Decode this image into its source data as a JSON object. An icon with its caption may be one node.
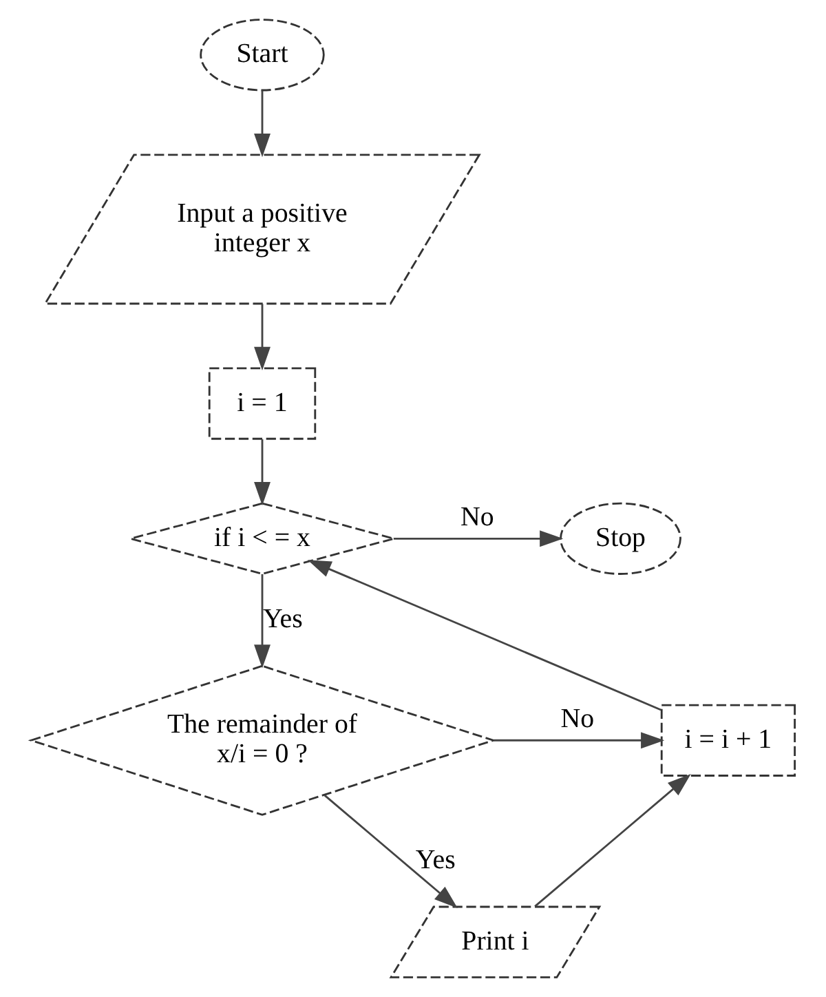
{
  "diagram": {
    "nodes": [
      {
        "text": [
          "Start"
        ]
      },
      {
        "text": [
          "Input a positive integer x"
        ]
      },
      {
        "text": [
          "i = 1"
        ]
      },
      {
        "text": [
          "if i < = x"
        ]
      },
      {
        "text": [
          "Stop"
        ]
      },
      {
        "text": [
          "The remainder of x/i = 0 ?"
        ]
      },
      {
        "text": [
          "i = i + 1"
        ]
      },
      {
        "text": [
          "Print i"
        ]
      }
    ],
    "edges": [
      {
        "from": 0,
        "to": 1,
        "arrow": "to"
      },
      {
        "from": 1,
        "to": 2,
        "arrow": "to"
      },
      {
        "from": 2,
        "to": 3,
        "arrow": "to"
      },
      {
        "from": 3,
        "to": 4,
        "arrow": "to",
        "label": "No"
      },
      {
        "from": 3,
        "to": 5,
        "arrow": "to",
        "label": "Yes"
      },
      {
        "from": 5,
        "to": 6,
        "arrow": "to",
        "label": "No"
      },
      {
        "from": 5,
        "to": 7,
        "arrow": "to",
        "label": "Yes"
      },
      {
        "from": 7,
        "to": 6,
        "arrow": "to"
      },
      {
        "from": 6,
        "to": 3,
        "arrow": "to"
      }
    ]
  }
}
